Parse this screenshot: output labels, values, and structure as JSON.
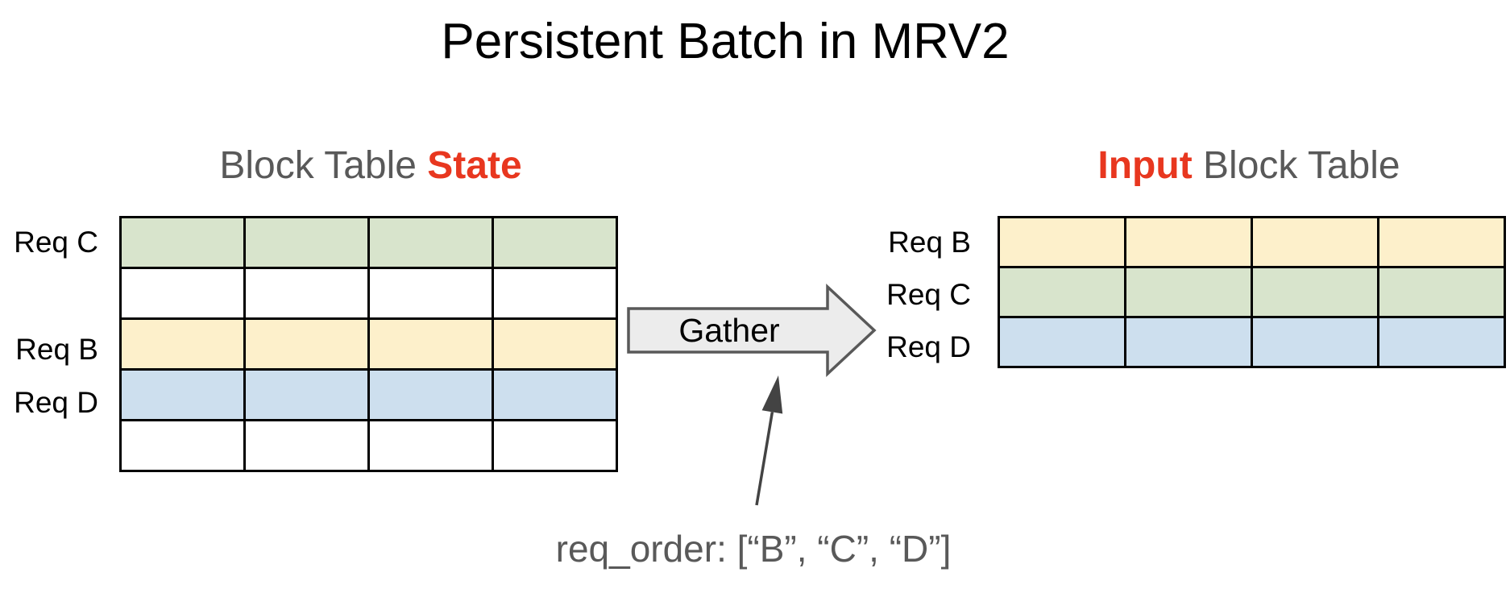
{
  "title": "Persistent Batch in MRV2",
  "colors": {
    "red": "#e8371f",
    "gray_text": "#595959",
    "table_border": "#000000",
    "green": "#d8e4cc",
    "yellow": "#fdf0cb",
    "blue": "#cddfee",
    "white": "#ffffff",
    "arrow_fill": "#ececec",
    "arrow_stroke": "#595959",
    "annotation_arrow": "#434343"
  },
  "left_table": {
    "heading": {
      "prefix": "Block Table ",
      "highlight": "State"
    },
    "columns": 4,
    "rows": [
      {
        "label": "Req C",
        "color": "green"
      },
      {
        "label": "",
        "color": "white"
      },
      {
        "label": "Req B",
        "color": "yellow"
      },
      {
        "label": "Req D",
        "color": "blue"
      },
      {
        "label": "",
        "color": "white"
      }
    ]
  },
  "right_table": {
    "heading": {
      "highlight": "Input",
      "suffix": " Block Table"
    },
    "columns": 4,
    "rows": [
      {
        "label": "Req B",
        "color": "yellow"
      },
      {
        "label": "Req C",
        "color": "green"
      },
      {
        "label": "Req D",
        "color": "blue"
      }
    ]
  },
  "gather": {
    "label": "Gather"
  },
  "annotation": {
    "text": "req_order: [“B”, “C”, “D”]"
  }
}
